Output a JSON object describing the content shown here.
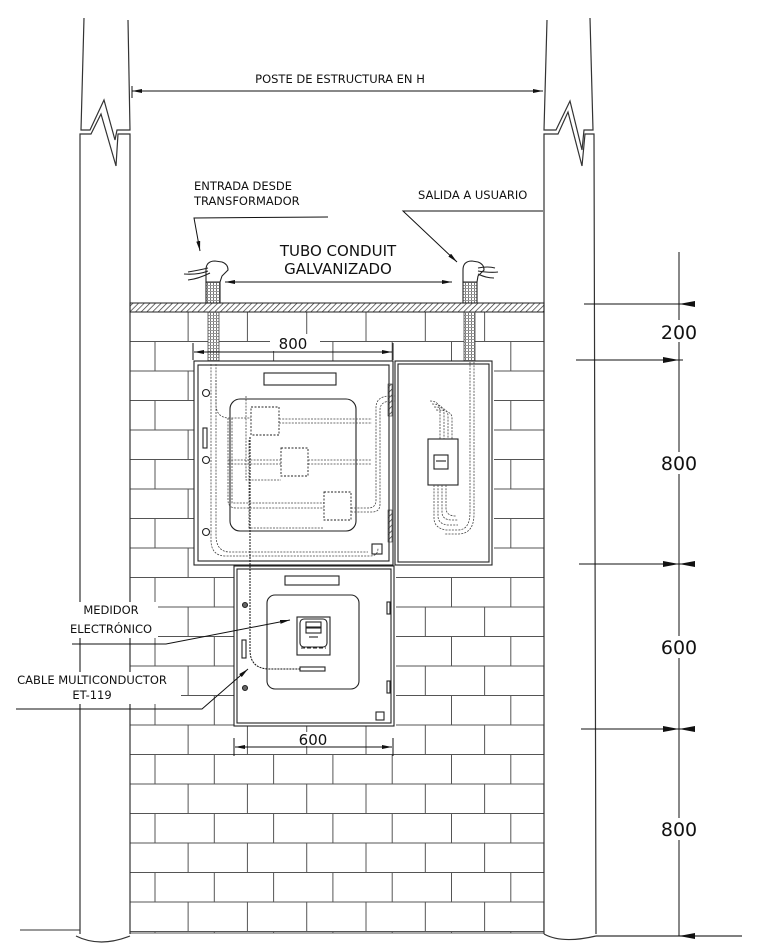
{
  "title_label": "POSTE DE ESTRUCTURA EN H",
  "labels": {
    "inlet_line1": "ENTRADA DESDE",
    "inlet_line2": "TRANSFORMADOR",
    "outlet": "SALIDA A USUARIO",
    "conduit_line1": "TUBO CONDUIT",
    "conduit_line2": "GALVANIZADO",
    "meter_line1": "MEDIDOR",
    "meter_line2": "ELECTRÓNICO",
    "cable_line1": "CABLE MULTICONDUCTOR",
    "cable_line2": "ET-119"
  },
  "horizontal_dimensions": {
    "upper_panel_width": "800",
    "meter_box_width": "600"
  },
  "vertical_dimensions": [
    {
      "id": "slab-to-panel",
      "value": "200"
    },
    {
      "id": "upper-panel-height",
      "value": "800"
    },
    {
      "id": "meter-box-height",
      "value": "600"
    },
    {
      "id": "base-height",
      "value": "800"
    }
  ],
  "colors": {
    "line": "#222222",
    "hatch": "#444444",
    "background": "#ffffff"
  }
}
